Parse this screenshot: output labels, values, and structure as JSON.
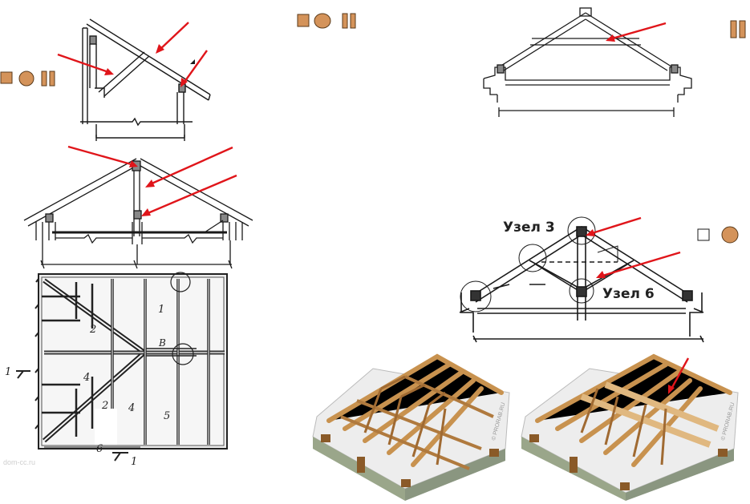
{
  "labels": {
    "node3": "Узел 3",
    "node6": "Узел 6",
    "plan_num_1": "1",
    "plan_num_2a": "2",
    "plan_num_2b": "2",
    "plan_num_4a": "4",
    "plan_num_4b": "4",
    "plan_num_5": "5",
    "plan_num_6": "6",
    "plan_letter_B": "В",
    "section_mark_left": "1",
    "section_mark_right": "1",
    "watermark_left": "© PRORAB.RU",
    "watermark_right": "© PRORAB.RU",
    "watermark_corner": "dom-cc.ru"
  },
  "colors": {
    "arrow": "#e0151a",
    "legend_fill": "#d4935a",
    "legend_stroke": "#5a3a1a",
    "line": "#1a1a1a",
    "wood": "#c8924f",
    "wood_dark": "#8a5a28",
    "wall": "#9aa68a",
    "roof_white": "#eeeeee"
  },
  "icons": {
    "legend_square": "square-shape",
    "legend_circle": "circle-shape",
    "legend_bars": "double-bar-shape"
  }
}
